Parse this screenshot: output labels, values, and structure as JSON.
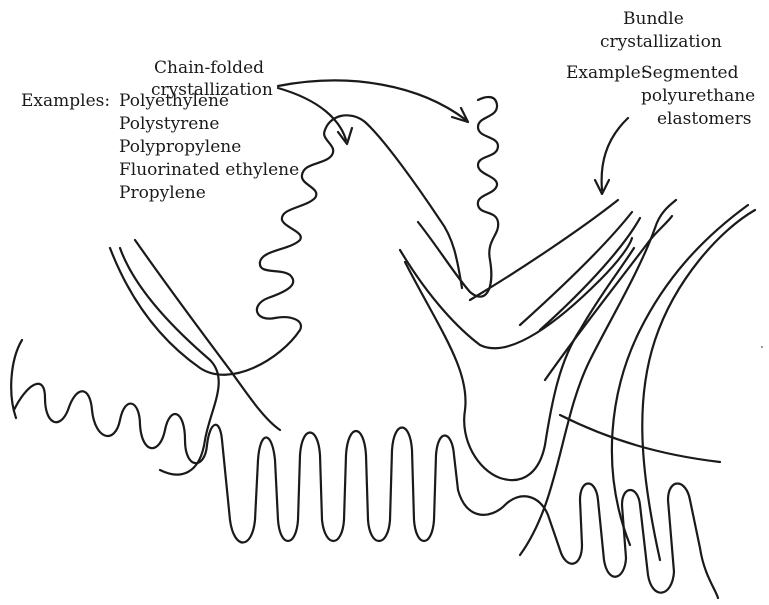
{
  "chain_folded": {
    "title_line1": "Chain-folded",
    "title_line2": "crystallization",
    "examples_label": "Examples:",
    "examples": [
      "Polyethylene",
      "Polystyrene",
      "Polypropylene",
      "Fluorinated ethylene",
      "Propylene"
    ]
  },
  "bundle": {
    "title_line1": "Bundle",
    "title_line2": "crystallization",
    "example_label": "Example:",
    "example_lines": [
      "Segmented",
      "polyurethane",
      "elastomers"
    ]
  },
  "colors": {
    "ink": "#1a1a1a",
    "background": "#ffffff"
  }
}
